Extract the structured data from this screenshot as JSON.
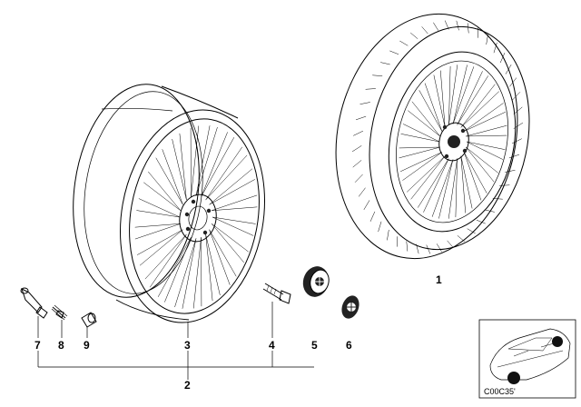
{
  "parts": {
    "p1": "1",
    "p2": "2",
    "p3": "3",
    "p4": "4",
    "p5": "5",
    "p6": "6",
    "p7": "7",
    "p8": "8",
    "p9": "9"
  },
  "thumbnail": {
    "code": "C00C35'"
  },
  "colors": {
    "line": "#000000",
    "background": "#ffffff",
    "dark_fill": "#222222"
  }
}
